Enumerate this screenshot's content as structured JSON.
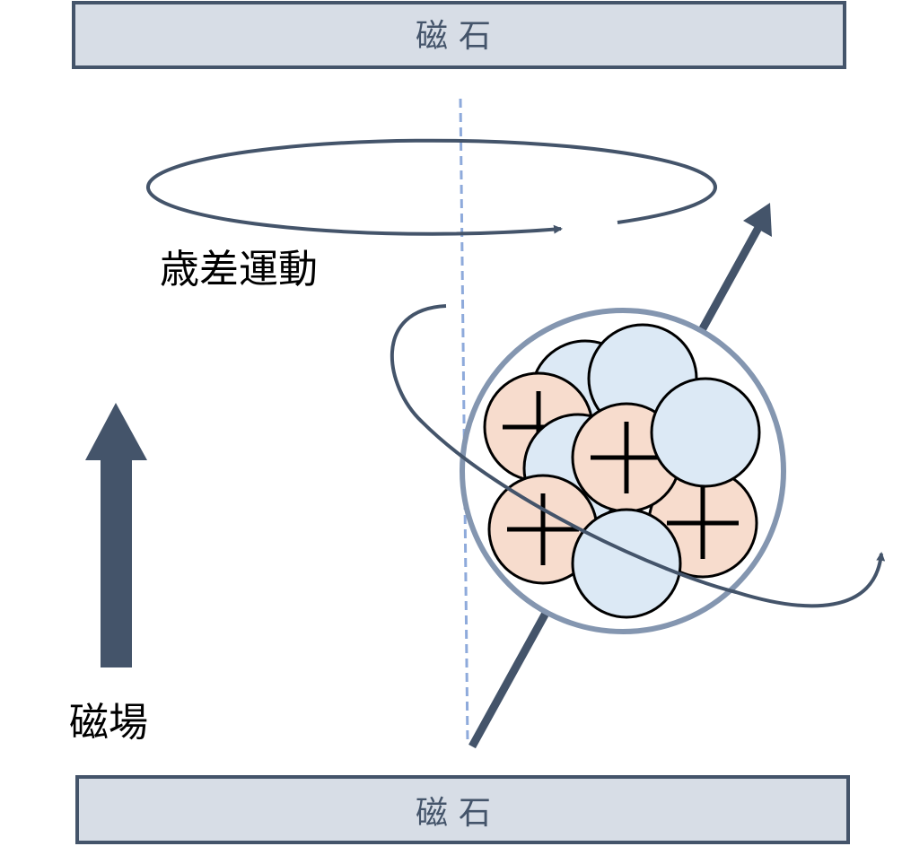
{
  "magnet_top": {
    "label": "磁石"
  },
  "magnet_bottom": {
    "label": "磁石"
  },
  "precession": {
    "label": "歳差運動"
  },
  "field": {
    "label": "磁場"
  },
  "colors": {
    "magnet_fill": "#d7dde6",
    "magnet_stroke": "#44546a",
    "axis_dashed": "#8eaadb",
    "arrow": "#44546a",
    "proton_fill": "#f7dccd",
    "neutron_fill": "#dce9f5",
    "nucleus_ring": "#8496b0",
    "particle_stroke": "#000000"
  },
  "particles": [
    {
      "kind": "neutron",
      "symbol": ""
    },
    {
      "kind": "proton",
      "symbol": "+"
    },
    {
      "kind": "neutron",
      "symbol": ""
    },
    {
      "kind": "neutron",
      "symbol": ""
    },
    {
      "kind": "proton",
      "symbol": "+"
    },
    {
      "kind": "proton",
      "symbol": "+"
    },
    {
      "kind": "proton",
      "symbol": "+"
    },
    {
      "kind": "neutron",
      "symbol": ""
    },
    {
      "kind": "neutron",
      "symbol": ""
    }
  ]
}
